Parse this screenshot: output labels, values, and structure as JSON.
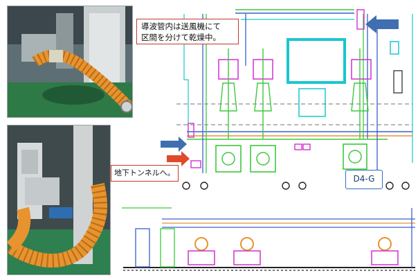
{
  "callouts": {
    "drying_note_line1": "導波管内は送風機にて",
    "drying_note_line2": "区間を分けて乾燥中。",
    "tunnel_note": "地下トンネルへ。"
  },
  "labels": {
    "unit_label": "D4-G"
  },
  "colors": {
    "duct_hose": "#e8932f",
    "callout_border": "#c0392b",
    "arrow_blue": "#3f6fb0",
    "arrow_red": "#e04a2a",
    "waveguide_green": "#3cc83c",
    "frame_cyan": "#19c6cf",
    "cabinet_magenta": "#d12fd1"
  }
}
